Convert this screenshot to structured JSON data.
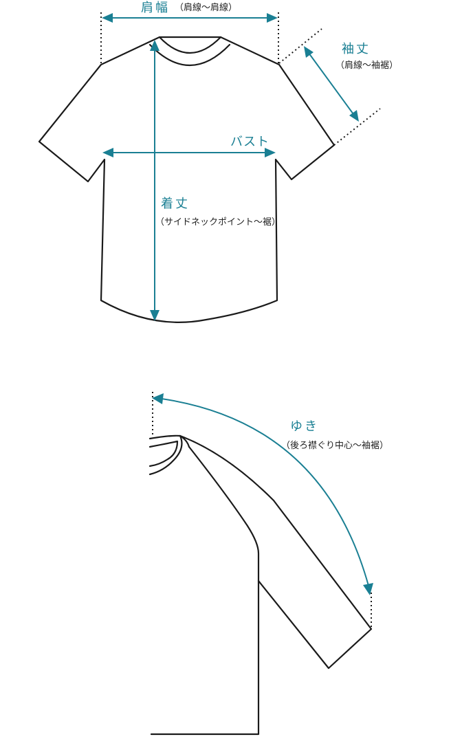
{
  "colors": {
    "accent": "#1a7f93",
    "outline": "#1a1a1a"
  },
  "front": {
    "shoulder_width": {
      "label": "肩幅",
      "note": "（肩線～肩線）"
    },
    "sleeve_length": {
      "label": "袖丈",
      "note": "（肩線～袖裾）"
    },
    "bust": {
      "label": "バスト"
    },
    "body_length": {
      "label": "着丈",
      "note": "（サイドネックポイント～裾）"
    }
  },
  "side": {
    "yuki": {
      "label": "ゆき",
      "note": "（後ろ襟ぐり中心～袖裾）"
    }
  }
}
